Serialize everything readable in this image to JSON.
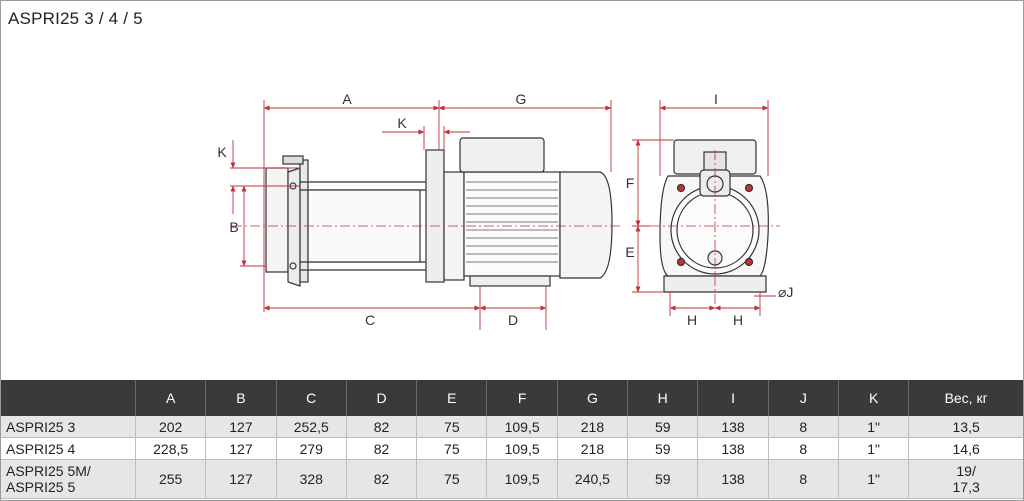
{
  "title": "ASPRI25 3 / 4 / 5",
  "dimension_labels": {
    "A": "A",
    "G": "G",
    "K_top": "K",
    "K_left": "K",
    "B": "B",
    "C": "C",
    "D": "D",
    "I": "I",
    "F": "F",
    "E": "E",
    "H1": "H",
    "H2": "H",
    "J": "⌀J"
  },
  "table": {
    "headers": [
      "",
      "A",
      "B",
      "C",
      "D",
      "E",
      "F",
      "G",
      "H",
      "I",
      "J",
      "K",
      "Вес, кг"
    ],
    "rows": [
      {
        "model": "ASPRI25 3",
        "A": "202",
        "B": "127",
        "C": "252,5",
        "D": "82",
        "E": "75",
        "F": "109,5",
        "G": "218",
        "H": "59",
        "I": "138",
        "J": "8",
        "K": "1\"",
        "weight": "13,5"
      },
      {
        "model": "ASPRI25 4",
        "A": "228,5",
        "B": "127",
        "C": "279",
        "D": "82",
        "E": "75",
        "F": "109,5",
        "G": "218",
        "H": "59",
        "I": "138",
        "J": "8",
        "K": "1\"",
        "weight": "14,6"
      },
      {
        "model_line1": "ASPRI25 5M/",
        "model_line2": "ASPRI25 5",
        "A": "255",
        "B": "127",
        "C": "328",
        "D": "82",
        "E": "75",
        "F": "109,5",
        "G": "240,5",
        "H": "59",
        "I": "138",
        "J": "8",
        "K": "1\"",
        "weight_line1": "19/",
        "weight_line2": "17,3"
      }
    ]
  },
  "colors": {
    "dimension_line": "#c0323a",
    "outline": "#333333",
    "header_bg": "#3a3a3a",
    "row_alt_bg": "#e6e6e6"
  }
}
